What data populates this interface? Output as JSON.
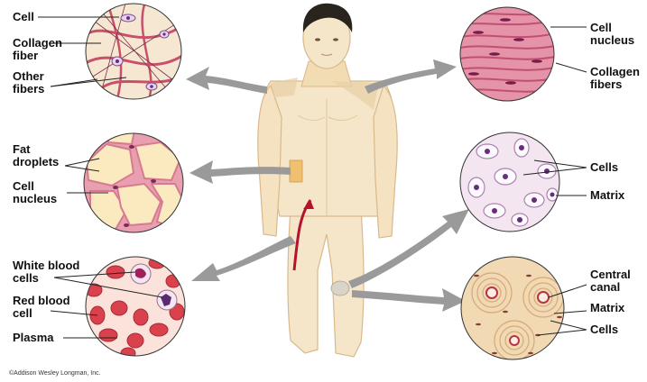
{
  "figure": {
    "labels": {
      "cell": "Cell",
      "collagen_fiber": "Collagen\nfiber",
      "other_fibers": "Other\nfibers",
      "fat_droplets": "Fat\ndroplets",
      "cell_nucleus_fat": "Cell\nnucleus",
      "white_blood_cells": "White blood\ncells",
      "red_blood_cell": "Red blood\ncell",
      "plasma": "Plasma",
      "cell_nucleus_dense": "Cell\nnucleus",
      "collagen_fibers": "Collagen\nfibers",
      "cells_cartilage": "Cells",
      "matrix_cartilage": "Matrix",
      "central_canal": "Central\ncanal",
      "matrix_bone": "Matrix",
      "cells_bone": "Cells"
    },
    "copyright": "©Addison Wesley Longman, Inc."
  },
  "colors": {
    "skin": "#f6e6c9",
    "skin_shade": "#e8cfa5",
    "hair": "#2a241e",
    "arrow_gray": "#9a9a9a",
    "pink_tissue": "#e7a0b0",
    "fat_fill": "#fbe9c0",
    "blood_red": "#d9424c",
    "vessel": "#b5122e"
  }
}
